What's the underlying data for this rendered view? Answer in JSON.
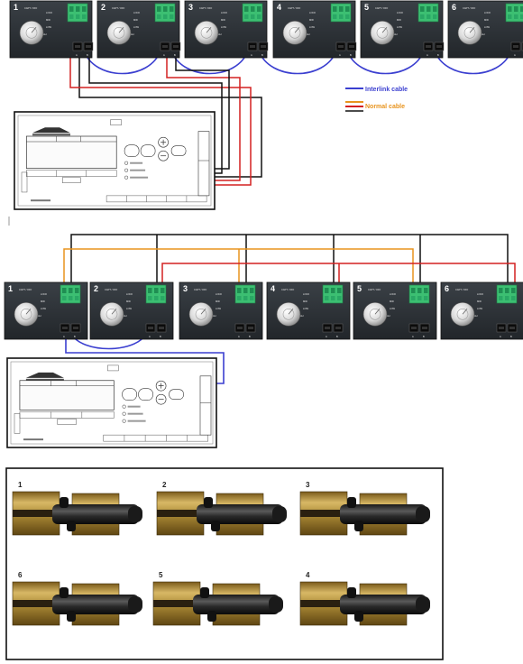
{
  "legend": {
    "items": [
      {
        "label": "Interlink cable",
        "colors": [
          "#3b3fd0"
        ]
      },
      {
        "label": "Normal cable",
        "colors": [
          "#e8941e",
          "#d42020"
        ]
      }
    ]
  },
  "diagrams": [
    {
      "unit_labels": [
        "1",
        "2",
        "3",
        "4",
        "5",
        "6"
      ]
    },
    {
      "unit_labels": [
        "1",
        "2",
        "3",
        "4",
        "5",
        "6"
      ]
    }
  ],
  "unit_panel": {
    "dial_labels": [
      "CAPT / OFF",
      "LOCK",
      "MID",
      "LOW",
      "HIGH"
    ],
    "port_labels": [
      "A",
      "B"
    ]
  },
  "controller": {
    "screen_tabs": [
      "",
      "",
      ""
    ],
    "buttons": [
      "",
      ""
    ],
    "footer_tabs": [
      "",
      "",
      "",
      "",
      ""
    ]
  },
  "batteries": {
    "labels": [
      "1",
      "2",
      "3",
      "6",
      "5",
      "4"
    ]
  },
  "colors": {
    "interlink": "#3b3fd0",
    "orange": "#e8941e",
    "red": "#d42020",
    "black": "#111111",
    "panel": "#2e3338",
    "terminal": "#3cbf72",
    "brass": "#b3913e"
  }
}
